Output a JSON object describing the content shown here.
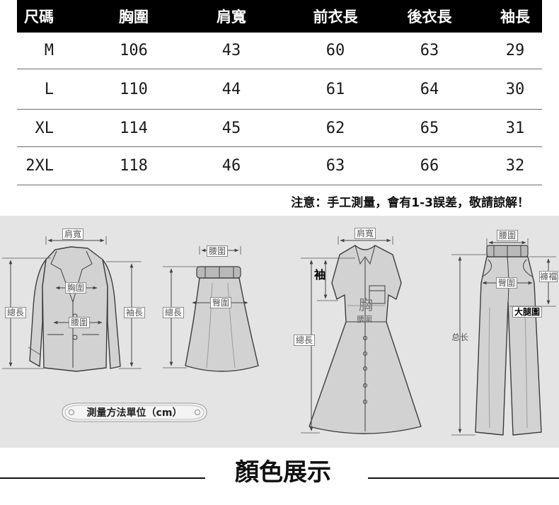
{
  "size_table": {
    "headers": [
      "尺碼",
      "胸圍",
      "肩寬",
      "前衣長",
      "後衣長",
      "袖長"
    ],
    "rows": [
      [
        "M",
        "106",
        "43",
        "60",
        "63",
        "29"
      ],
      [
        "L",
        "110",
        "44",
        "61",
        "64",
        "30"
      ],
      [
        "XL",
        "114",
        "45",
        "62",
        "65",
        "31"
      ],
      [
        "2XL",
        "118",
        "46",
        "63",
        "66",
        "32"
      ]
    ]
  },
  "note": "注意：手工測量，會有1-3誤差，敬請諒解！",
  "measure_diagram": {
    "jacket": {
      "shoulder": "肩寬",
      "chest": "胸圍",
      "waist": "腰圍",
      "length": "總長",
      "sleeve": "袖長"
    },
    "skirt": {
      "waist": "腰圍",
      "hip": "臀圍",
      "length": "總長"
    },
    "dress": {
      "shoulder": "肩寬",
      "sleeve": "袖",
      "chest": "胸",
      "waist": "腰圍",
      "length": "總長"
    },
    "pants": {
      "waist": "腰圍",
      "hip": "臀圍",
      "rise": "褲襠",
      "thigh": "大腿圍",
      "length": "总长"
    },
    "unit_label": "測量方法單位（cm）"
  },
  "section_title": "顏色展示",
  "colors": {
    "header_background": "#000000",
    "header_text": "#ffffff",
    "diagram_background": "#e4e4e4",
    "text": "#111111"
  }
}
